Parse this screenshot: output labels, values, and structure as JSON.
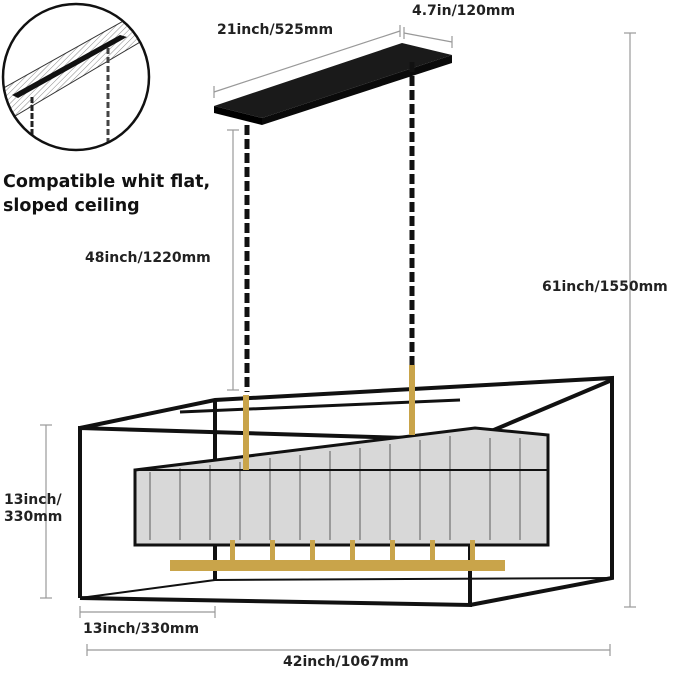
{
  "labels": {
    "canopy_length": "21inch/525mm",
    "canopy_width": "4.7in/120mm",
    "ceiling_note_line1": "Compatible whit flat,",
    "ceiling_note_line2": "sloped ceiling",
    "chain_length": "48inch/1220mm",
    "total_height": "61inch/1550mm",
    "frame_height_line1": "13inch/",
    "frame_height_line2": "330mm",
    "frame_depth": "13inch/330mm",
    "frame_length": "42inch/1067mm"
  },
  "colors": {
    "frame": "#111111",
    "gold": "#c9a44a",
    "dimension": "#999999"
  }
}
